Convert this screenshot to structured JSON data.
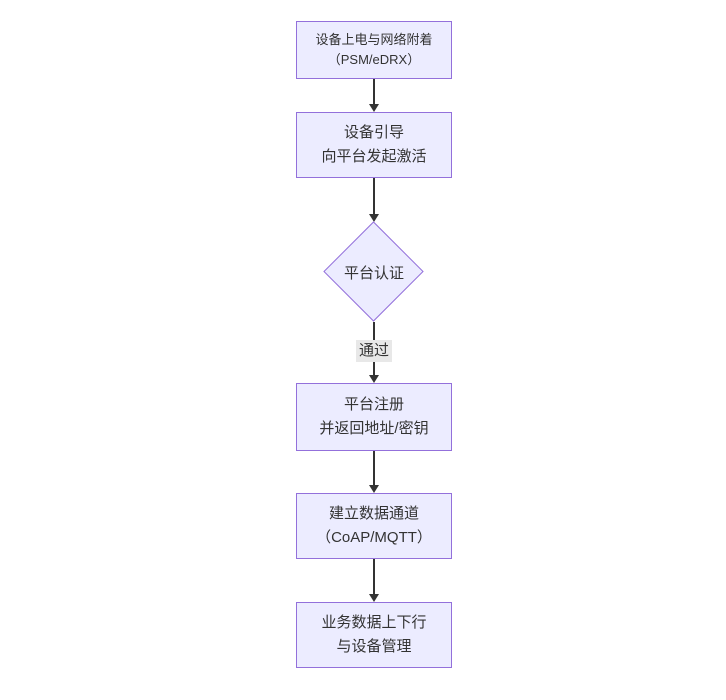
{
  "diagram": {
    "type": "flowchart",
    "direction": "top-down",
    "colors": {
      "background": "#ffffff",
      "node_fill": "#ececff",
      "node_border": "#9370db",
      "text": "#333333",
      "arrow": "#333333",
      "edge_label_bg": "#e8e8e8"
    },
    "nodes": [
      {
        "id": "power",
        "shape": "rect",
        "line1": "设备上电与网络附着",
        "line2": "（PSM/eDRX）"
      },
      {
        "id": "boot",
        "shape": "rect",
        "line1": "设备引导",
        "line2": "向平台发起激活"
      },
      {
        "id": "auth",
        "shape": "diamond",
        "line1": "平台认证",
        "line2": ""
      },
      {
        "id": "register",
        "shape": "rect",
        "line1": "平台注册",
        "line2": "并返回地址/密钥"
      },
      {
        "id": "channel",
        "shape": "rect",
        "line1": "建立数据通道",
        "line2": "（CoAP/MQTT）"
      },
      {
        "id": "business",
        "shape": "rect",
        "line1": "业务数据上下行",
        "line2": "与设备管理"
      }
    ],
    "edges": [
      {
        "from": "power",
        "to": "boot",
        "label": ""
      },
      {
        "from": "boot",
        "to": "auth",
        "label": ""
      },
      {
        "from": "auth",
        "to": "register",
        "label": "通过"
      },
      {
        "from": "register",
        "to": "channel",
        "label": ""
      },
      {
        "from": "channel",
        "to": "business",
        "label": ""
      }
    ]
  }
}
